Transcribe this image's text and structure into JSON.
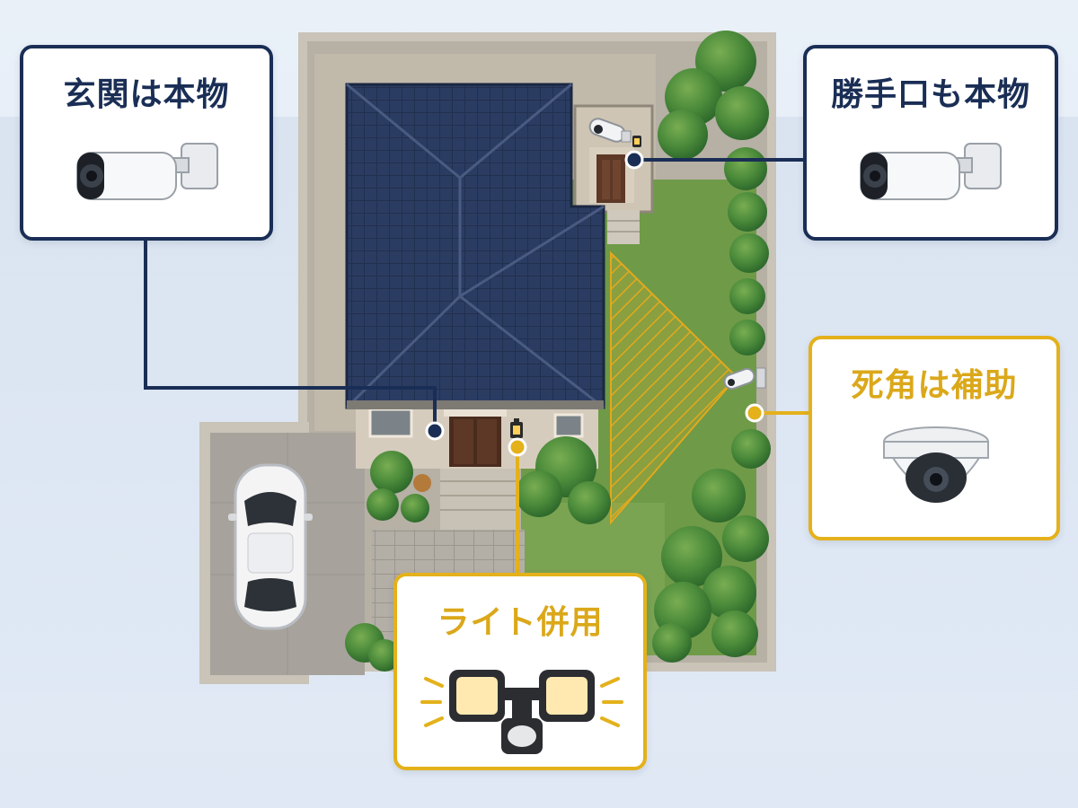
{
  "callouts": {
    "front_door": {
      "title": "玄関は本物",
      "device": "bullet-camera-icon"
    },
    "back_door": {
      "title": "勝手口も本物",
      "device": "bullet-camera-icon"
    },
    "blind_spot": {
      "title": "死角は補助",
      "device": "dome-camera-icon"
    },
    "with_light": {
      "title": "ライト併用",
      "device": "floodlight-icon"
    }
  },
  "colors": {
    "navy": "#1a2e55",
    "gold": "#e4b11b",
    "roof": "#2b3c62",
    "lawn": "#6f9a48",
    "trees": "#3f7a35",
    "paving": "#a9a49c",
    "wall": "#cfc8bc"
  }
}
